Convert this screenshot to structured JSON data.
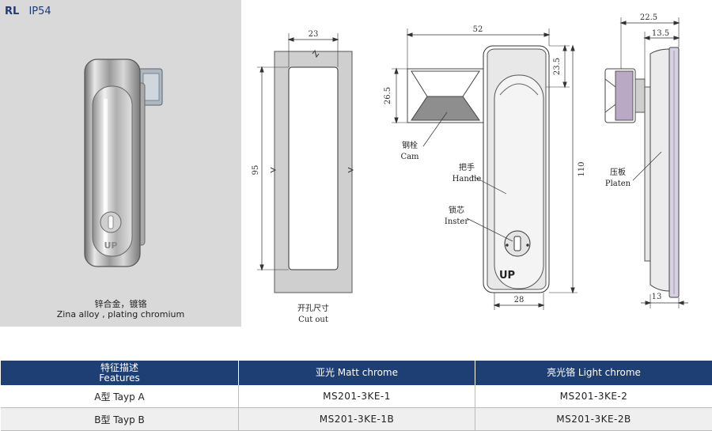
{
  "header": {
    "series": "RL",
    "rating": "IP54"
  },
  "material": {
    "zh": "锌合金，镀铬",
    "en": "Zina alloy , plating chromium"
  },
  "photo_mark": "UP",
  "cutout": {
    "width": "23",
    "height": "95",
    "label_zh": "开孔尺寸",
    "label_en": "Cut out"
  },
  "front": {
    "width_overall": "52",
    "cam_height": "26.5",
    "top_offset": "23.5",
    "height": "110",
    "body_width": "28",
    "cam_zh": "钢栓",
    "cam_en": "Cam",
    "handle_zh": "把手",
    "handle_en": "Handle",
    "insert_zh": "锁芯",
    "insert_en": "Inster",
    "mark": "UP"
  },
  "side": {
    "depth": "22.5",
    "depth_inner": "13.5",
    "bottom": "13",
    "platen_zh": "压板",
    "platen_en": "Platen"
  },
  "table": {
    "headers": [
      {
        "zh": "特征描述",
        "en": "Features"
      },
      {
        "label": "亚光 Matt chrome"
      },
      {
        "label": "亮光铬 Light chrome"
      }
    ],
    "rows": [
      {
        "feature": "A型   Tayp A",
        "matt": "MS201-3KE-1",
        "light": "MS201-3KE-2"
      },
      {
        "feature": "B型   Tayp B",
        "matt": "MS201-3KE-1B",
        "light": "MS201-3KE-2B"
      }
    ]
  }
}
